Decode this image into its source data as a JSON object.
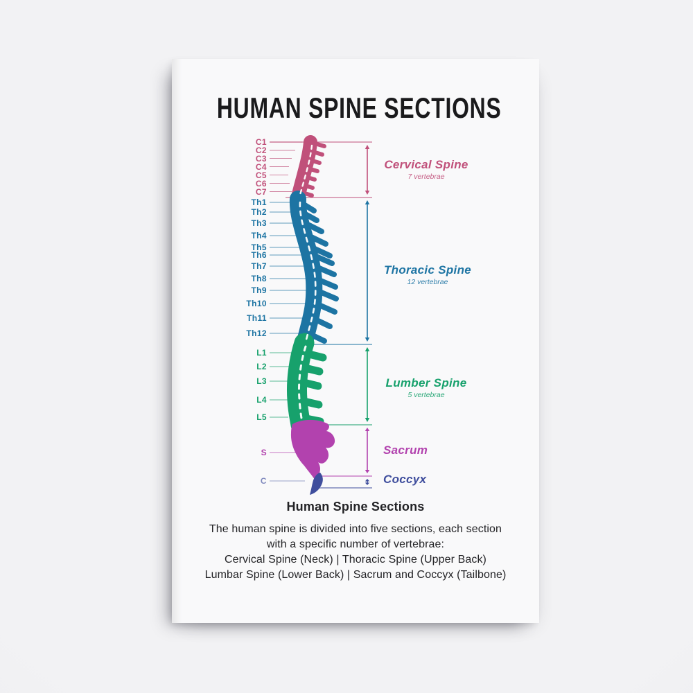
{
  "poster": {
    "title": "HUMAN SPINE SECTIONS",
    "sections": [
      {
        "id": "cervical",
        "name": "Cervical Spine",
        "subtitle": "7 vertebrae",
        "color": "#c0507a",
        "vertebrae": [
          "C1",
          "C2",
          "C3",
          "C4",
          "C5",
          "C6",
          "C7"
        ]
      },
      {
        "id": "thoracic",
        "name": "Thoracic Spine",
        "subtitle": "12 vertebrae",
        "color": "#1d74a3",
        "vertebrae": [
          "Th1",
          "Th2",
          "Th3",
          "Th4",
          "Th5",
          "Th6",
          "Th7",
          "Th8",
          "Th9",
          "Th10",
          "Th11",
          "Th12"
        ]
      },
      {
        "id": "lumbar",
        "name": "Lumber Spine",
        "subtitle": "5 vertebrae",
        "color": "#17a16c",
        "vertebrae": [
          "L1",
          "L2",
          "L3",
          "L4",
          "L5"
        ]
      },
      {
        "id": "sacrum",
        "name": "Sacrum",
        "subtitle": "",
        "color": "#b242ae",
        "vertebrae": [
          "S"
        ]
      },
      {
        "id": "coccyx",
        "name": "Coccyx",
        "subtitle": "",
        "color": "#3f4e9d",
        "vertebrae": [
          "C"
        ]
      }
    ],
    "footer": {
      "heading": "Human Spine Sections",
      "lines": [
        "The human spine is divided into five sections, each section",
        "with a specific number of vertebrae:",
        "Cervical Spine (Neck) | Thoracic Spine (Upper Back)",
        "Lumbar Spine (Lower Back) | Sacrum and Coccyx (Tailbone)"
      ]
    }
  }
}
